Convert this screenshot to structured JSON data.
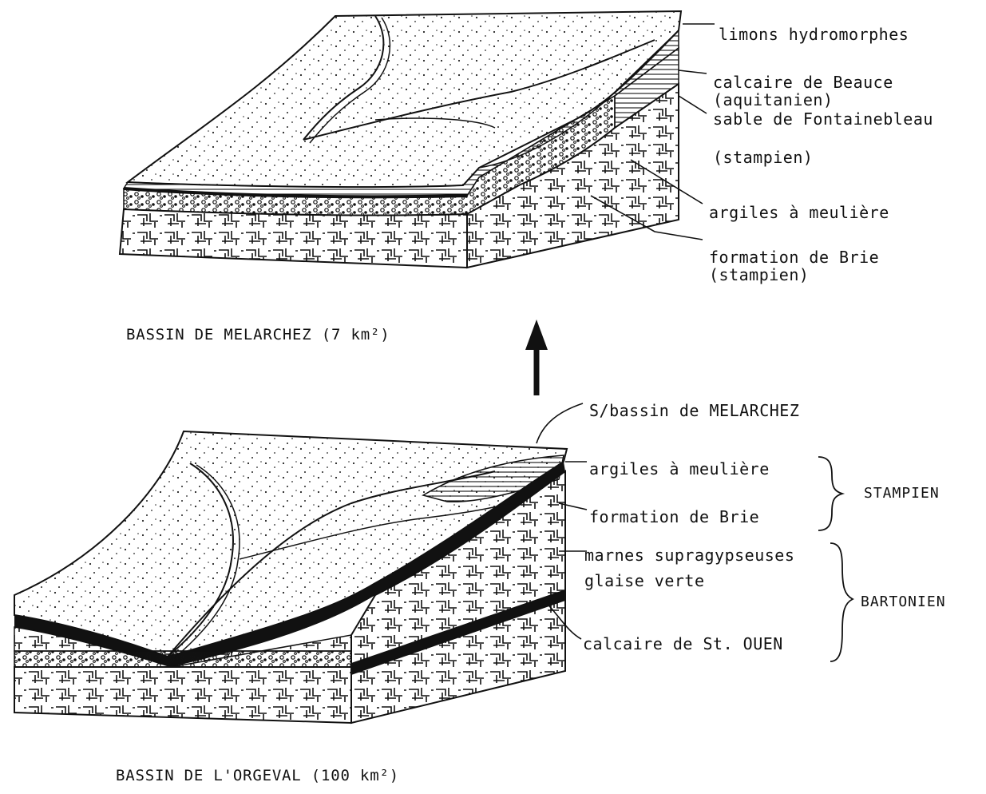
{
  "top_block": {
    "caption": "BASSIN DE MELARCHEZ (7 km²)",
    "labels": {
      "limons": "limons hydromorphes",
      "calcaire_beauce_1": "calcaire de Beauce",
      "calcaire_beauce_2": "(aquitanien)",
      "sable_1": "sable de Fontainebleau",
      "sable_2": "(stampien)",
      "argiles": "argiles à meulière",
      "brie_1": "formation de Brie",
      "brie_2": "(stampien)"
    }
  },
  "bottom_block": {
    "caption": "BASSIN DE L'ORGEVAL (100 km²)",
    "subbasin_label": "S/bassin de MELARCHEZ",
    "labels": {
      "argiles": "argiles à meulière",
      "brie": "formation de Brie",
      "marnes": "marnes supragypseuses",
      "glaise": "glaise verte",
      "calcaire_ouen": "calcaire de St. OUEN"
    },
    "groups": {
      "stampien": "STAMPIEN",
      "bartonien": "BARTONIEN"
    }
  },
  "colors": {
    "ink": "#111111",
    "background": "#ffffff"
  }
}
